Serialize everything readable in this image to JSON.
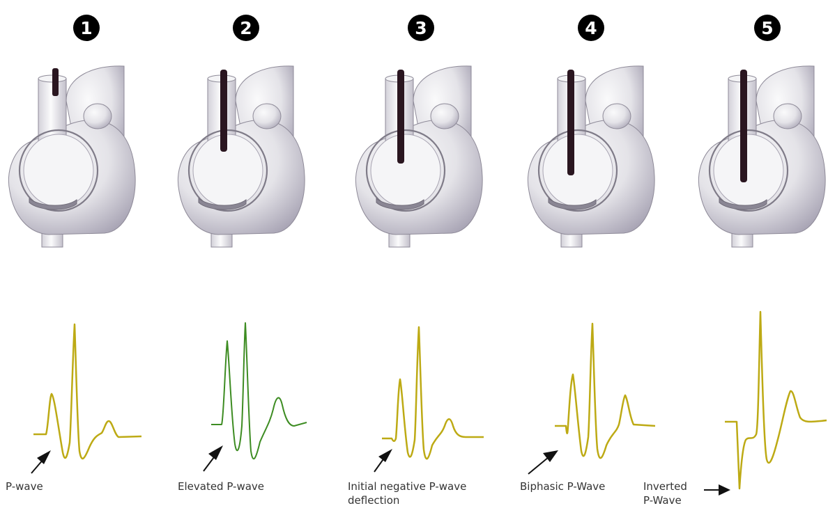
{
  "colors": {
    "badge": "#000000",
    "badge_text": "#ffffff",
    "catheter": "#2a1620",
    "heart_fill": "#e6e5ea",
    "heart_shade": "#b9b6c3",
    "trace_yellow": "#bdaa14",
    "trace_green": "#3d8c22",
    "label_text": "#333333"
  },
  "panels": [
    {
      "number": "1",
      "label": "P-wave",
      "trace_color": "yellow"
    },
    {
      "number": "2",
      "label": "Elevated P-wave",
      "trace_color": "green"
    },
    {
      "number": "3",
      "label_line1": "Initial negative P-wave",
      "label_line2": "deflection",
      "trace_color": "yellow"
    },
    {
      "number": "4",
      "label": "Biphasic P-Wave",
      "trace_color": "yellow"
    },
    {
      "number": "5",
      "label_line1": "Inverted",
      "label_line2": "P-Wave",
      "trace_color": "yellow"
    }
  ],
  "icons": [
    "heart-illustration",
    "catheter",
    "arrow-icon"
  ]
}
